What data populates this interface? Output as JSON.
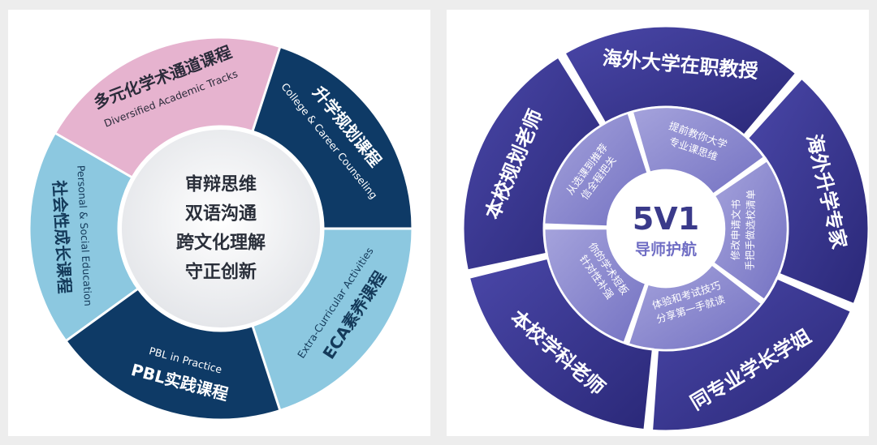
{
  "left": {
    "center_lines": [
      "审辩思维",
      "双语沟通",
      "跨文化理解",
      "守正创新"
    ],
    "segments": [
      {
        "cn": "多元化学术通道课程",
        "en": "Diversified Academic Tracks",
        "color": "#e6b3cf",
        "text_color": "#2b2b3a"
      },
      {
        "cn": "升学规划课程",
        "en": "College & Career Counseling",
        "color": "#0e3a66",
        "text_color": "#ffffff"
      },
      {
        "cn": "ECA素养课程",
        "en": "Extra-Curricular Activities",
        "color": "#8cc8e0",
        "text_color": "#143a5a"
      },
      {
        "cn": "PBL实践课程",
        "en": "PBL in Practice",
        "color": "#0e3a66",
        "text_color": "#ffffff"
      },
      {
        "cn": "社会性成长课程",
        "en": "Personal & Social Education",
        "color": "#8cc8e0",
        "text_color": "#143a5a"
      }
    ]
  },
  "right": {
    "center_title": "5V1",
    "center_subtitle": "导师护航",
    "segments": [
      {
        "title": "海外大学在职教授",
        "inner": [
          "提前教你大学",
          "专业课思维"
        ]
      },
      {
        "title": "海外升学专家",
        "inner": [
          "手把手做选校清单",
          "修改申请文书"
        ]
      },
      {
        "title": "同专业学长学姐",
        "inner": [
          "分享第一手就读",
          "体验和考试技巧"
        ]
      },
      {
        "title": "本校学科老师",
        "inner": [
          "针对性补强",
          "你的学术短板"
        ]
      },
      {
        "title": "本校规划老师",
        "inner": [
          "从选课到推荐",
          "信全程把关"
        ]
      }
    ],
    "colors": {
      "outer": "#3a3896",
      "inner": "#8e8cd0",
      "center": "#ffffff",
      "title": "#3a3a8a"
    }
  }
}
